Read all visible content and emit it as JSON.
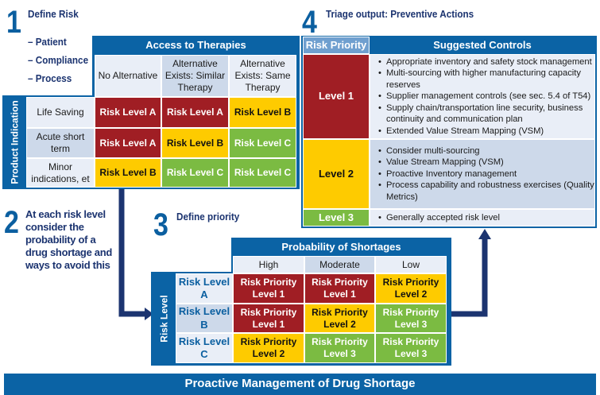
{
  "step1": {
    "number": "1",
    "title": "Define Risk",
    "bullets": [
      "– Patient",
      "– Compliance",
      "– Process"
    ]
  },
  "table1": {
    "header": "Access to Therapies",
    "columns": [
      "No Alternative",
      "Alternative Exists: Similar Therapy",
      "Alternative Exists: Same Therapy"
    ],
    "row_axis": "Product Indication",
    "rows": [
      {
        "label": "Life Saving",
        "cells": [
          "Risk Level A",
          "Risk Level A",
          "Risk Level B"
        ]
      },
      {
        "label": "Acute short term",
        "cells": [
          "Risk Level A",
          "Risk Level B",
          "Risk Level C"
        ]
      },
      {
        "label": "Minor indications, et",
        "cells": [
          "Risk Level B",
          "Risk Level C",
          "Risk Level C"
        ]
      }
    ]
  },
  "step2": {
    "number": "2",
    "text": "At each risk level consider the probability of a drug shortage and ways to avoid this"
  },
  "step3": {
    "number": "3",
    "title": "Define priority"
  },
  "table3": {
    "header": "Probability of Shortages",
    "columns": [
      "High",
      "Moderate",
      "Low"
    ],
    "row_axis": "Risk Level",
    "rows": [
      {
        "label": "Risk Level A",
        "cells": [
          "Risk Priority Level 1",
          "Risk Priority Level 1",
          "Risk Priority Level 2"
        ]
      },
      {
        "label": "Risk Level B",
        "cells": [
          "Risk Priority Level 1",
          "Risk Priority Level 2",
          "Risk Priority Level 3"
        ]
      },
      {
        "label": "Risk Level C",
        "cells": [
          "Risk Priority Level 2",
          "Risk Priority Level 3",
          "Risk Priority Level 3"
        ]
      }
    ]
  },
  "step4": {
    "number": "4",
    "title": "Triage output: Preventive Actions"
  },
  "table4": {
    "col1": "Risk Priority",
    "col2": "Suggested Controls",
    "rows": [
      {
        "level": "Level 1",
        "controls": [
          "Appropriate inventory and safety stock management",
          "Multi-sourcing with higher manufacturing capacity reserves",
          "Supplier management controls (see sec. 5.4 of T54)",
          "Supply chain/transportation line security, business continuity and communication plan",
          "Extended Value Stream Mapping (VSM)"
        ]
      },
      {
        "level": "Level 2",
        "controls": [
          "Consider multi-sourcing",
          "Value Stream Mapping (VSM)",
          "Proactive Inventory management",
          "Process capability and robustness exercises (Quality Metrics)"
        ]
      },
      {
        "level": "Level 3",
        "controls": [
          "Generally accepted risk level"
        ]
      }
    ]
  },
  "footer": "Proactive Management of Drug Shortage",
  "colors": {
    "blue": "#0b63a5",
    "red": "#a01e24",
    "yellow": "#fecb00",
    "green": "#7bbb42",
    "navy": "#1c3470"
  }
}
